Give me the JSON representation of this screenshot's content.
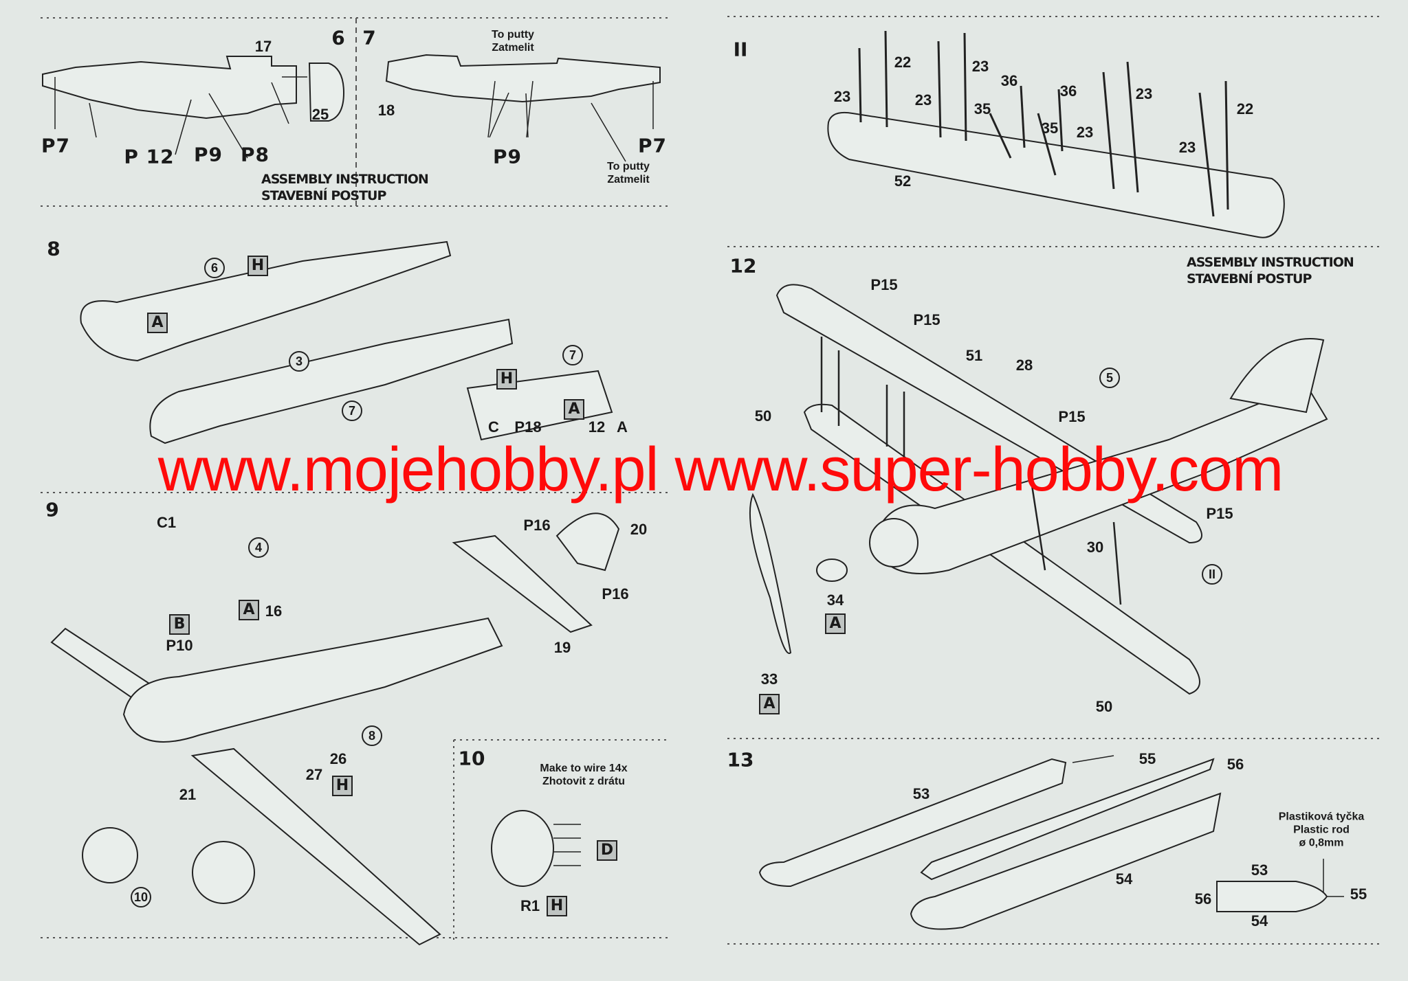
{
  "header": {
    "title_en": "ASSEMBLY INSTRUCTION",
    "title_cz": "STAVEBNÍ POSTUP"
  },
  "watermark": "www.mojehobby.pl www.super-hobby.com",
  "colors": {
    "background": "#e3e8e5",
    "watermark": "#ff0a0a",
    "ink": "#1a1a1a",
    "part_box": "#bfc4c2"
  },
  "step6": {
    "number": "6",
    "labels": [
      "17",
      "25",
      "P7",
      "P 12",
      "P9",
      "P8"
    ]
  },
  "step7": {
    "number": "7",
    "labels": [
      "18",
      "P9",
      "P7"
    ],
    "note_top": [
      "To putty",
      "Zatmelit"
    ],
    "note_bottom": [
      "To putty",
      "Zatmelit"
    ]
  },
  "step8": {
    "number": "8",
    "circles": [
      "6",
      "3",
      "7",
      "7"
    ],
    "boxes": [
      "H",
      "A",
      "H",
      "A"
    ],
    "detail_labels": [
      "C",
      "P18",
      "12",
      "A"
    ]
  },
  "step9": {
    "number": "9",
    "labels": [
      "C1",
      "16",
      "P10",
      "P16",
      "20",
      "P16",
      "19",
      "26",
      "27",
      "21"
    ],
    "circles": [
      "4",
      "8",
      "10"
    ],
    "boxes": [
      "A",
      "B",
      "H"
    ]
  },
  "step10": {
    "number": "10",
    "note": [
      "Make to wire 14x",
      "Zhotovit z drátu"
    ],
    "boxes": [
      "D",
      "H"
    ],
    "labels": [
      "R1"
    ]
  },
  "step11": {
    "number": "II",
    "labels": [
      "22",
      "23",
      "23",
      "23",
      "36",
      "36",
      "35",
      "35",
      "23",
      "23",
      "22",
      "23",
      "52"
    ]
  },
  "step12": {
    "number": "12",
    "labels": [
      "P15",
      "P15",
      "51",
      "28",
      "P15",
      "50",
      "P15",
      "30",
      "34",
      "33",
      "50"
    ],
    "circles": [
      "5",
      "II"
    ],
    "boxes": [
      "A",
      "A"
    ]
  },
  "step13": {
    "number": "13",
    "labels": [
      "55",
      "56",
      "53",
      "54",
      "53",
      "56",
      "55",
      "54"
    ],
    "note": [
      "Plastiková tyčka",
      "Plastic rod",
      "ø 0,8mm"
    ]
  }
}
